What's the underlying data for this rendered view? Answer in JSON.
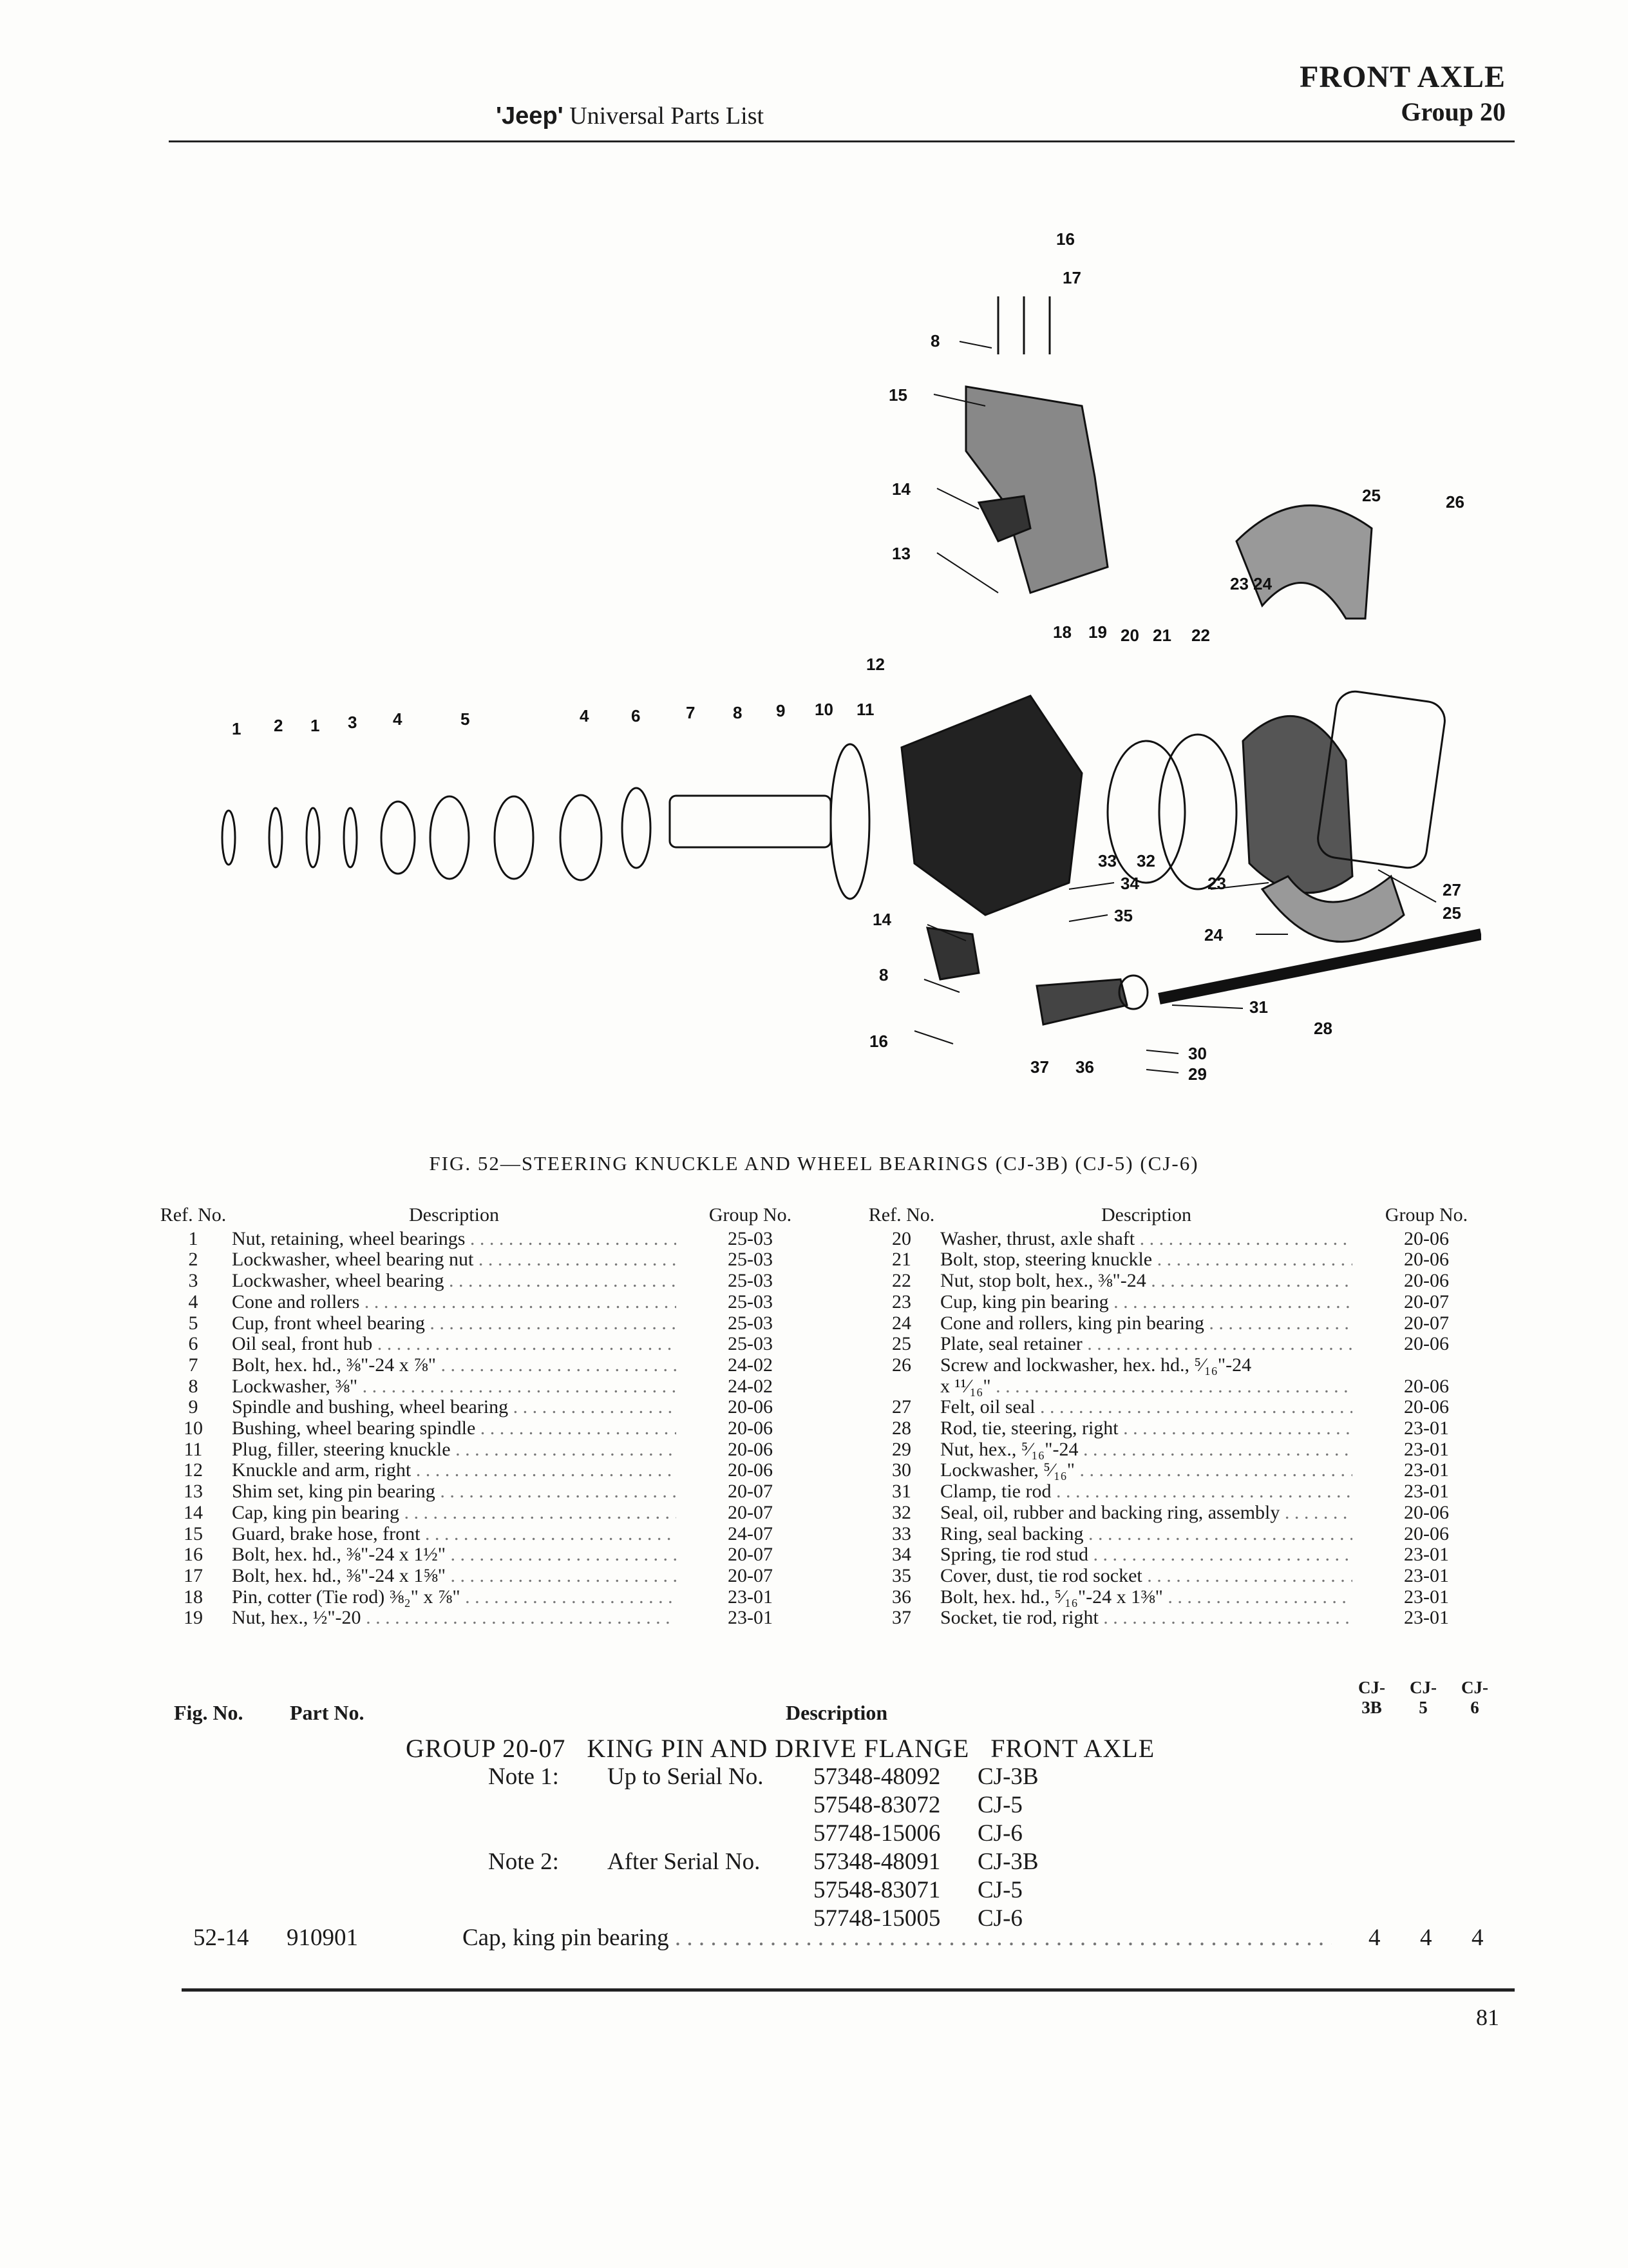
{
  "header": {
    "title": "FRONT AXLE",
    "group": "Group 20",
    "parts_list_brand": "'Jeep'",
    "parts_list_rest": "Universal Parts List"
  },
  "figure": {
    "caption": "FIG. 52—STEERING KNUCKLE AND WHEEL BEARINGS (CJ-3B) (CJ-5) (CJ-6)",
    "callouts": [
      "16",
      "17",
      "8",
      "15",
      "14",
      "13",
      "25",
      "26",
      "23 24",
      "18",
      "19",
      "20",
      "21",
      "22",
      "12",
      "1",
      "2",
      "1",
      "3",
      "4",
      "5",
      "4",
      "6",
      "7",
      "8",
      "9",
      "10",
      "11",
      "33",
      "32",
      "34",
      "23",
      "27",
      "25",
      "14",
      "35",
      "24",
      "8",
      "31",
      "28",
      "16",
      "37",
      "36",
      "30",
      "29"
    ]
  },
  "table": {
    "headers": {
      "ref": "Ref. No.",
      "desc": "Description",
      "group": "Group No."
    },
    "left": [
      {
        "ref": "1",
        "desc": "Nut, retaining, wheel bearings",
        "group": "25-03"
      },
      {
        "ref": "2",
        "desc": "Lockwasher, wheel bearing nut",
        "group": "25-03"
      },
      {
        "ref": "3",
        "desc": "Lockwasher, wheel bearing",
        "group": "25-03"
      },
      {
        "ref": "4",
        "desc": "Cone and rollers",
        "group": "25-03"
      },
      {
        "ref": "5",
        "desc": "Cup, front wheel bearing",
        "group": "25-03"
      },
      {
        "ref": "6",
        "desc": "Oil seal, front hub",
        "group": "25-03"
      },
      {
        "ref": "7",
        "desc": "Bolt, hex. hd., ⅜\"-24 x ⅞\"",
        "group": "24-02"
      },
      {
        "ref": "8",
        "desc": "Lockwasher, ⅜\"",
        "group": "24-02"
      },
      {
        "ref": "9",
        "desc": "Spindle and bushing, wheel bearing",
        "group": "20-06"
      },
      {
        "ref": "10",
        "desc": "Bushing, wheel bearing spindle",
        "group": "20-06"
      },
      {
        "ref": "11",
        "desc": "Plug, filler, steering knuckle",
        "group": "20-06"
      },
      {
        "ref": "12",
        "desc": "Knuckle and arm, right",
        "group": "20-06"
      },
      {
        "ref": "13",
        "desc": "Shim set, king pin bearing",
        "group": "20-07"
      },
      {
        "ref": "14",
        "desc": "Cap, king pin bearing",
        "group": "20-07"
      },
      {
        "ref": "15",
        "desc": "Guard, brake hose, front",
        "group": "24-07"
      },
      {
        "ref": "16",
        "desc": "Bolt, hex. hd., ⅜\"-24 x 1½\"",
        "group": "20-07"
      },
      {
        "ref": "17",
        "desc": "Bolt, hex. hd., ⅜\"-24 x 1⅝\"",
        "group": "20-07"
      },
      {
        "ref": "18",
        "desc": "Pin, cotter (Tie rod) ⅜₂\" x ⅞\"",
        "group": "23-01"
      },
      {
        "ref": "19",
        "desc": "Nut, hex., ½\"-20",
        "group": "23-01"
      }
    ],
    "right": [
      {
        "ref": "20",
        "desc": "Washer, thrust, axle shaft",
        "group": "20-06"
      },
      {
        "ref": "21",
        "desc": "Bolt, stop, steering knuckle",
        "group": "20-06"
      },
      {
        "ref": "22",
        "desc": "Nut, stop bolt, hex., ⅜\"-24",
        "group": "20-06"
      },
      {
        "ref": "23",
        "desc": "Cup, king pin bearing",
        "group": "20-07"
      },
      {
        "ref": "24",
        "desc": "Cone and rollers, king pin bearing",
        "group": "20-07"
      },
      {
        "ref": "25",
        "desc": "Plate, seal retainer",
        "group": "20-06"
      },
      {
        "ref": "26",
        "desc": "Screw and lockwasher, hex. hd., ⁵⁄₁₆\"-24",
        "group": ""
      },
      {
        "ref": "",
        "desc": "x ¹¹⁄₁₆\"",
        "group": "20-06"
      },
      {
        "ref": "27",
        "desc": "Felt, oil seal",
        "group": "20-06"
      },
      {
        "ref": "28",
        "desc": "Rod, tie, steering, right",
        "group": "23-01"
      },
      {
        "ref": "29",
        "desc": "Nut, hex., ⁵⁄₁₆\"-24",
        "group": "23-01"
      },
      {
        "ref": "30",
        "desc": "Lockwasher, ⁵⁄₁₆\"",
        "group": "23-01"
      },
      {
        "ref": "31",
        "desc": "Clamp, tie rod",
        "group": "23-01"
      },
      {
        "ref": "32",
        "desc": "Seal, oil, rubber and backing ring, assembly",
        "group": "20-06"
      },
      {
        "ref": "33",
        "desc": "Ring, seal backing",
        "group": "20-06"
      },
      {
        "ref": "34",
        "desc": "Spring, tie rod stud",
        "group": "23-01"
      },
      {
        "ref": "35",
        "desc": "Cover, dust, tie rod socket",
        "group": "23-01"
      },
      {
        "ref": "36",
        "desc": "Bolt, hex. hd., ⁵⁄₁₆\"-24 x 1⅜\"",
        "group": "23-01"
      },
      {
        "ref": "37",
        "desc": "Socket, tie rod, right",
        "group": "23-01"
      }
    ]
  },
  "parts_list": {
    "col_fig": "Fig. No.",
    "col_part": "Part No.",
    "col_desc": "Description",
    "cj_columns": [
      {
        "top": "CJ-",
        "bottom": "3B"
      },
      {
        "top": "CJ-",
        "bottom": "5"
      },
      {
        "top": "CJ-",
        "bottom": "6"
      }
    ],
    "group_title": "GROUP 20-07   KING PIN AND DRIVE FLANGE   FRONT AXLE",
    "note1_label": "Note 1:",
    "note1_text": "Up to Serial No.",
    "note1_serials": [
      {
        "serial": "57348-48092",
        "model": "CJ-3B"
      },
      {
        "serial": "57548-83072",
        "model": "CJ-5"
      },
      {
        "serial": "57748-15006",
        "model": "CJ-6"
      }
    ],
    "note2_label": "Note 2:",
    "note2_text": "After Serial No.",
    "note2_serials": [
      {
        "serial": "57348-48091",
        "model": "CJ-3B"
      },
      {
        "serial": "57548-83071",
        "model": "CJ-5"
      },
      {
        "serial": "57748-15005",
        "model": "CJ-6"
      }
    ],
    "items": [
      {
        "fig": "52-14",
        "part": "910901",
        "desc": "Cap, king pin bearing",
        "cj3b": "4",
        "cj5": "4",
        "cj6": "4"
      }
    ]
  },
  "page_number": "81"
}
